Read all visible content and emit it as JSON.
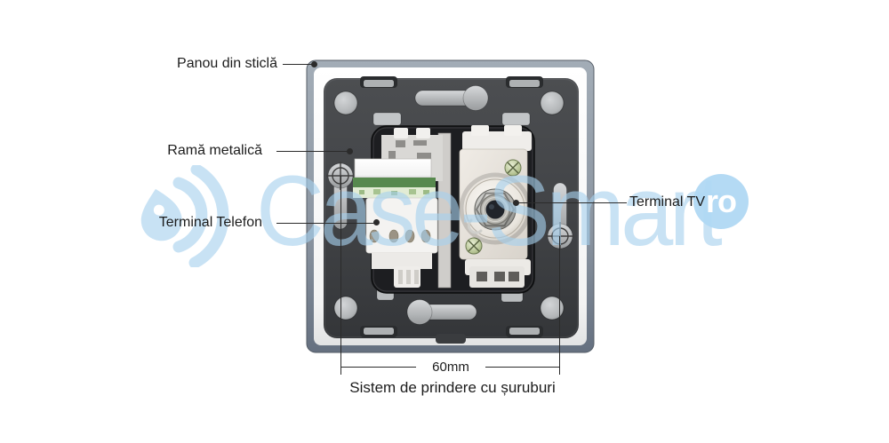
{
  "labels": {
    "glass_panel": "Panou din sticlă",
    "metal_frame": "Ramă metalică",
    "phone_terminal": "Terminal Telefon",
    "tv_terminal": "Terminal TV"
  },
  "dimension": {
    "value": "60mm"
  },
  "caption": "Sistem de prindere cu șuruburi",
  "watermark": {
    "brand": "Case-Smart",
    "tld": "ro"
  },
  "colors": {
    "watermark_blue": "#a7d1ee",
    "glass_edge": "#8c96a2",
    "glass_backing_white": "#fafafa",
    "frame_dark": "#3f4144",
    "mechanism_black": "#1d1e21",
    "pcb_green": "#57894e",
    "module_white": "#f4f3f1",
    "tv_plate_cream": "#ece8e2",
    "annotation_line": "#2b2b2b"
  },
  "icons": {
    "screw_marker": "crosshair",
    "brand_logo": "water-drop-with-arcs"
  }
}
